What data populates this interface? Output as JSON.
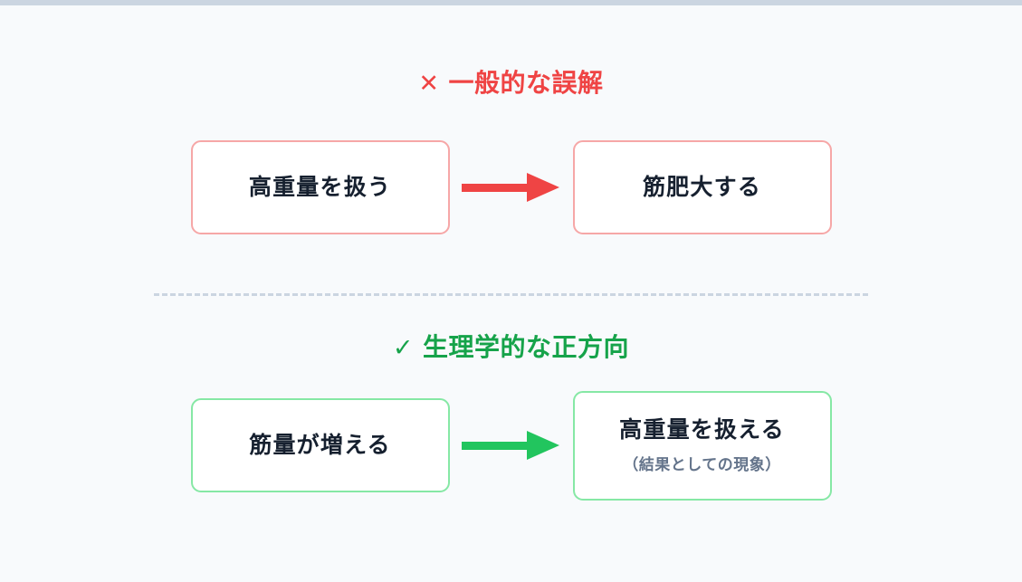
{
  "page": {
    "background_color": "#f8fafc",
    "top_strip_color": "#cbd5e1"
  },
  "diagram": {
    "type": "two-row-flow-comparison",
    "divider": "dashed-horizontal-rule",
    "sections": [
      {
        "id": "misconception",
        "mark": "✕",
        "title": "一般的な誤解",
        "accent_color": "#ef4444",
        "border_color": "#f6a7a7",
        "nodes": [
          {
            "label": "高重量を扱う",
            "sub": ""
          },
          {
            "label": "筋肥大する",
            "sub": ""
          }
        ],
        "arrow": {
          "name": "right-arrow",
          "color": "#ef4444"
        }
      },
      {
        "id": "correct",
        "mark": "✓",
        "title": "生理学的な正方向",
        "accent_color": "#16a34a",
        "border_color": "#86e8a5",
        "nodes": [
          {
            "label": "筋量が増える",
            "sub": ""
          },
          {
            "label": "高重量を扱える",
            "sub": "（結果としての現象）"
          }
        ],
        "arrow": {
          "name": "right-arrow",
          "color": "#22c55e"
        }
      }
    ]
  }
}
